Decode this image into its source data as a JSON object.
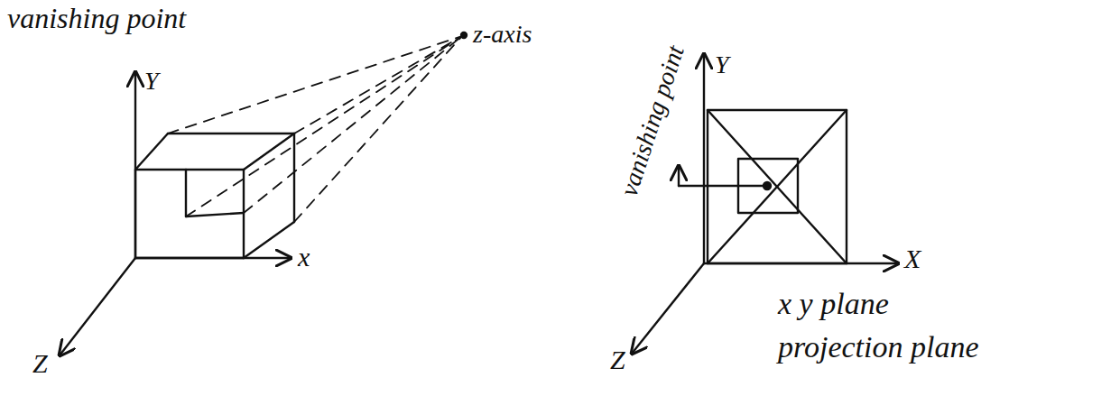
{
  "diagram": {
    "labels": [
      "vanishing point",
      "z-axis",
      "Y",
      "x",
      "Z",
      "vanishing point",
      "Y",
      "X",
      "Z",
      "x y plane",
      "projection plane"
    ]
  }
}
